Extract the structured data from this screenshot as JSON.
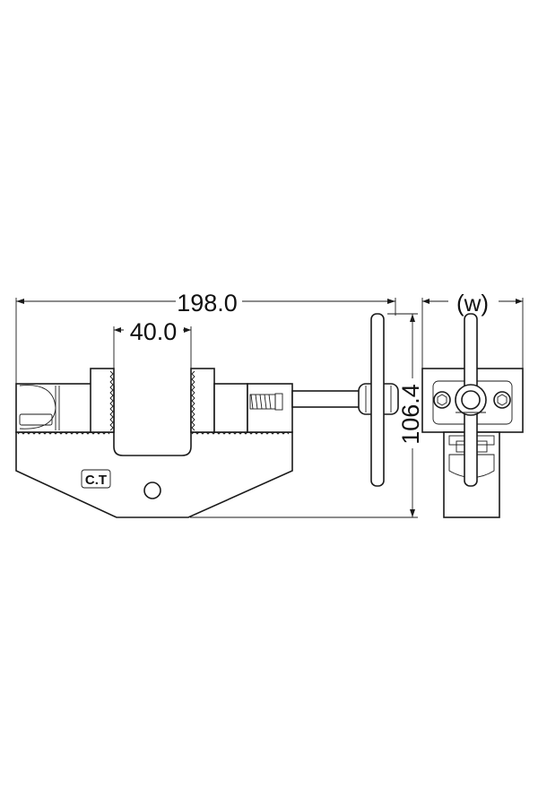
{
  "dimensions": {
    "overall_length": "198.0",
    "jaw_opening": "40.0",
    "height": "106.4",
    "width": "(w)"
  },
  "logo_text": "C.T",
  "colors": {
    "line": "#1a1a1a",
    "background": "#ffffff"
  }
}
